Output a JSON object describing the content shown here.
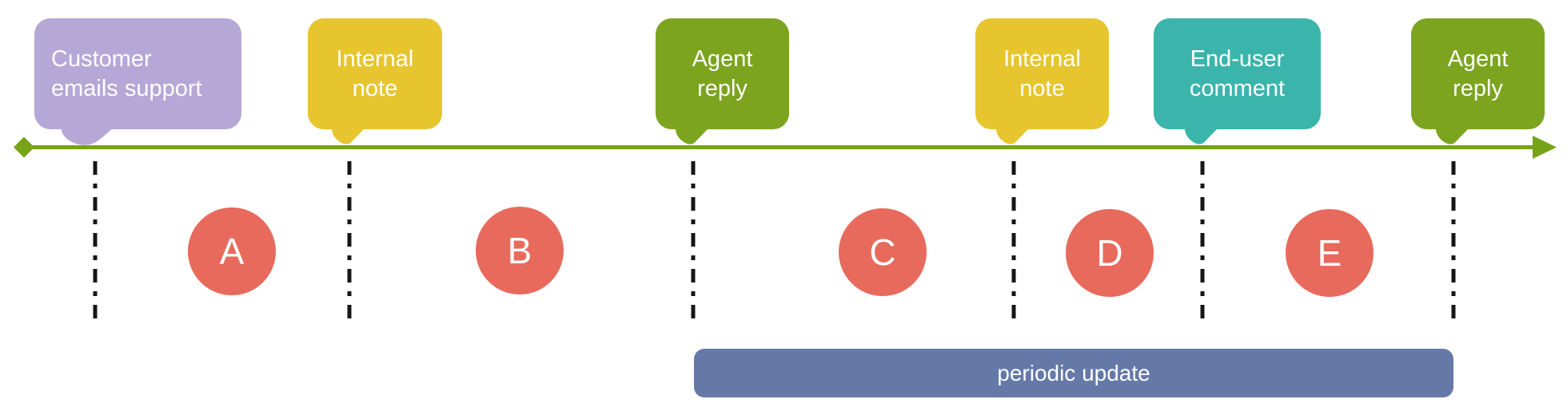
{
  "diagram": {
    "timeline": {
      "color": "#76A317",
      "start_marker": "diamond",
      "end_marker": "arrow"
    },
    "events": [
      {
        "name": "customer-emails-support",
        "label": "Customer\nemails support",
        "color": "#B5A7D6"
      },
      {
        "name": "internal-note-1",
        "label": "Internal\nnote",
        "color": "#E7C52F"
      },
      {
        "name": "agent-reply-1",
        "label": "Agent\nreply",
        "color": "#7CA41F"
      },
      {
        "name": "internal-note-2",
        "label": "Internal\nnote",
        "color": "#E7C52F"
      },
      {
        "name": "end-user-comment",
        "label": "End-user\ncomment",
        "color": "#3BB5AC"
      },
      {
        "name": "agent-reply-2",
        "label": "Agent\nreply",
        "color": "#7CA41F"
      }
    ],
    "intervals": {
      "labels": [
        "A",
        "B",
        "C",
        "D",
        "E"
      ],
      "color": "#E86A5C",
      "text_color": "#FFFFFF"
    },
    "periodic_update": {
      "label": "periodic update",
      "color": "#6579A9",
      "text_color": "#FFFFFF"
    },
    "dashed_line_color": "#161616",
    "background": "#FFFFFF"
  }
}
